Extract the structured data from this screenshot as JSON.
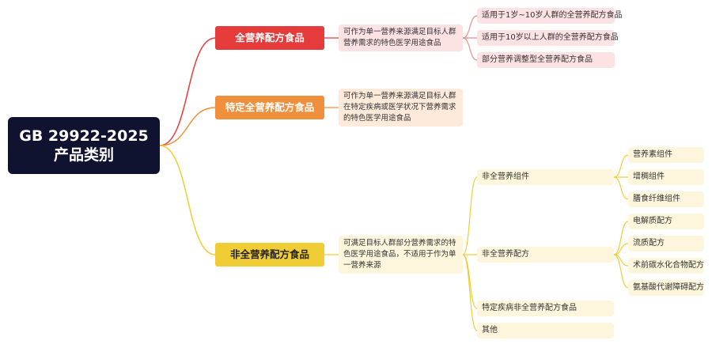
{
  "root": {
    "line1": "GB 29922-2025",
    "line2": "产品类别"
  },
  "colors": {
    "red": "#e63b3b",
    "orange": "#f0903c",
    "yellow": "#f1cd35",
    "root_bg": "#0f1330"
  },
  "branches": [
    {
      "title": "全营养配方食品",
      "desc": "可作为单一营养来源满足目标人群营养需求的特色医学用途食品",
      "children": [
        {
          "label": "适用于1岁~10岁人群的全营养配方食品"
        },
        {
          "label": "适用于10岁以上人群的全营养配方食品"
        },
        {
          "label": "部分营养调整型全营养配方食品"
        }
      ]
    },
    {
      "title": "特定全营养配方食品",
      "desc": "可作为单一营养来源满足目标人群在特定疾病或医学状况下营养需求的特色医学用途食品",
      "children": []
    },
    {
      "title": "非全营养配方食品",
      "desc": "可满足目标人群部分营养需求的特色医学用途食品，不适用于作为单一营养来源",
      "children": [
        {
          "label": "非全营养组件",
          "children": [
            "营养素组件",
            "增稠组件",
            "膳食纤维组件"
          ]
        },
        {
          "label": "非全营养配方",
          "children": [
            "电解质配方",
            "流质配方",
            "术前碳水化合物配方",
            "氨基酸代谢障碍配方"
          ]
        },
        {
          "label": "特定疾病非全营养配方食品",
          "children": []
        },
        {
          "label": "其他",
          "children": []
        }
      ]
    }
  ]
}
